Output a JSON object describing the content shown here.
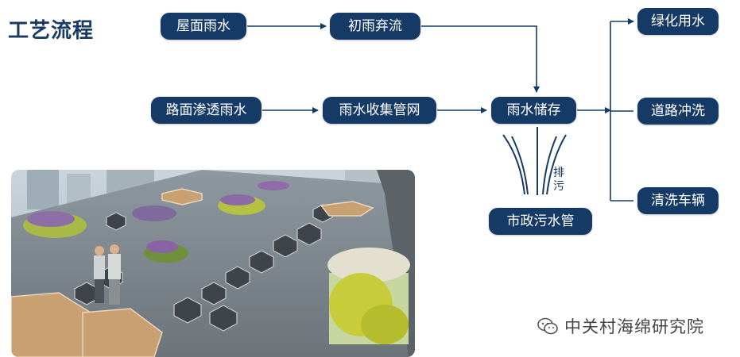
{
  "title": "工艺流程",
  "nodes": {
    "roof_rain": "屋面雨水",
    "initial_discard": "初雨弃流",
    "road_rain": "路面渗透雨水",
    "collection_network": "雨水收集管网",
    "storage": "雨水储存",
    "municipal_sewer": "市政污水管",
    "greening": "绿化用水",
    "road_washing": "道路冲洗",
    "vehicle_washing": "清洗车辆"
  },
  "discharge_label": "排污",
  "watermark": "中关村海绵研究院",
  "colors": {
    "node_bg": "#163a66",
    "title": "#1a3a66",
    "arrow": "#163a66"
  }
}
